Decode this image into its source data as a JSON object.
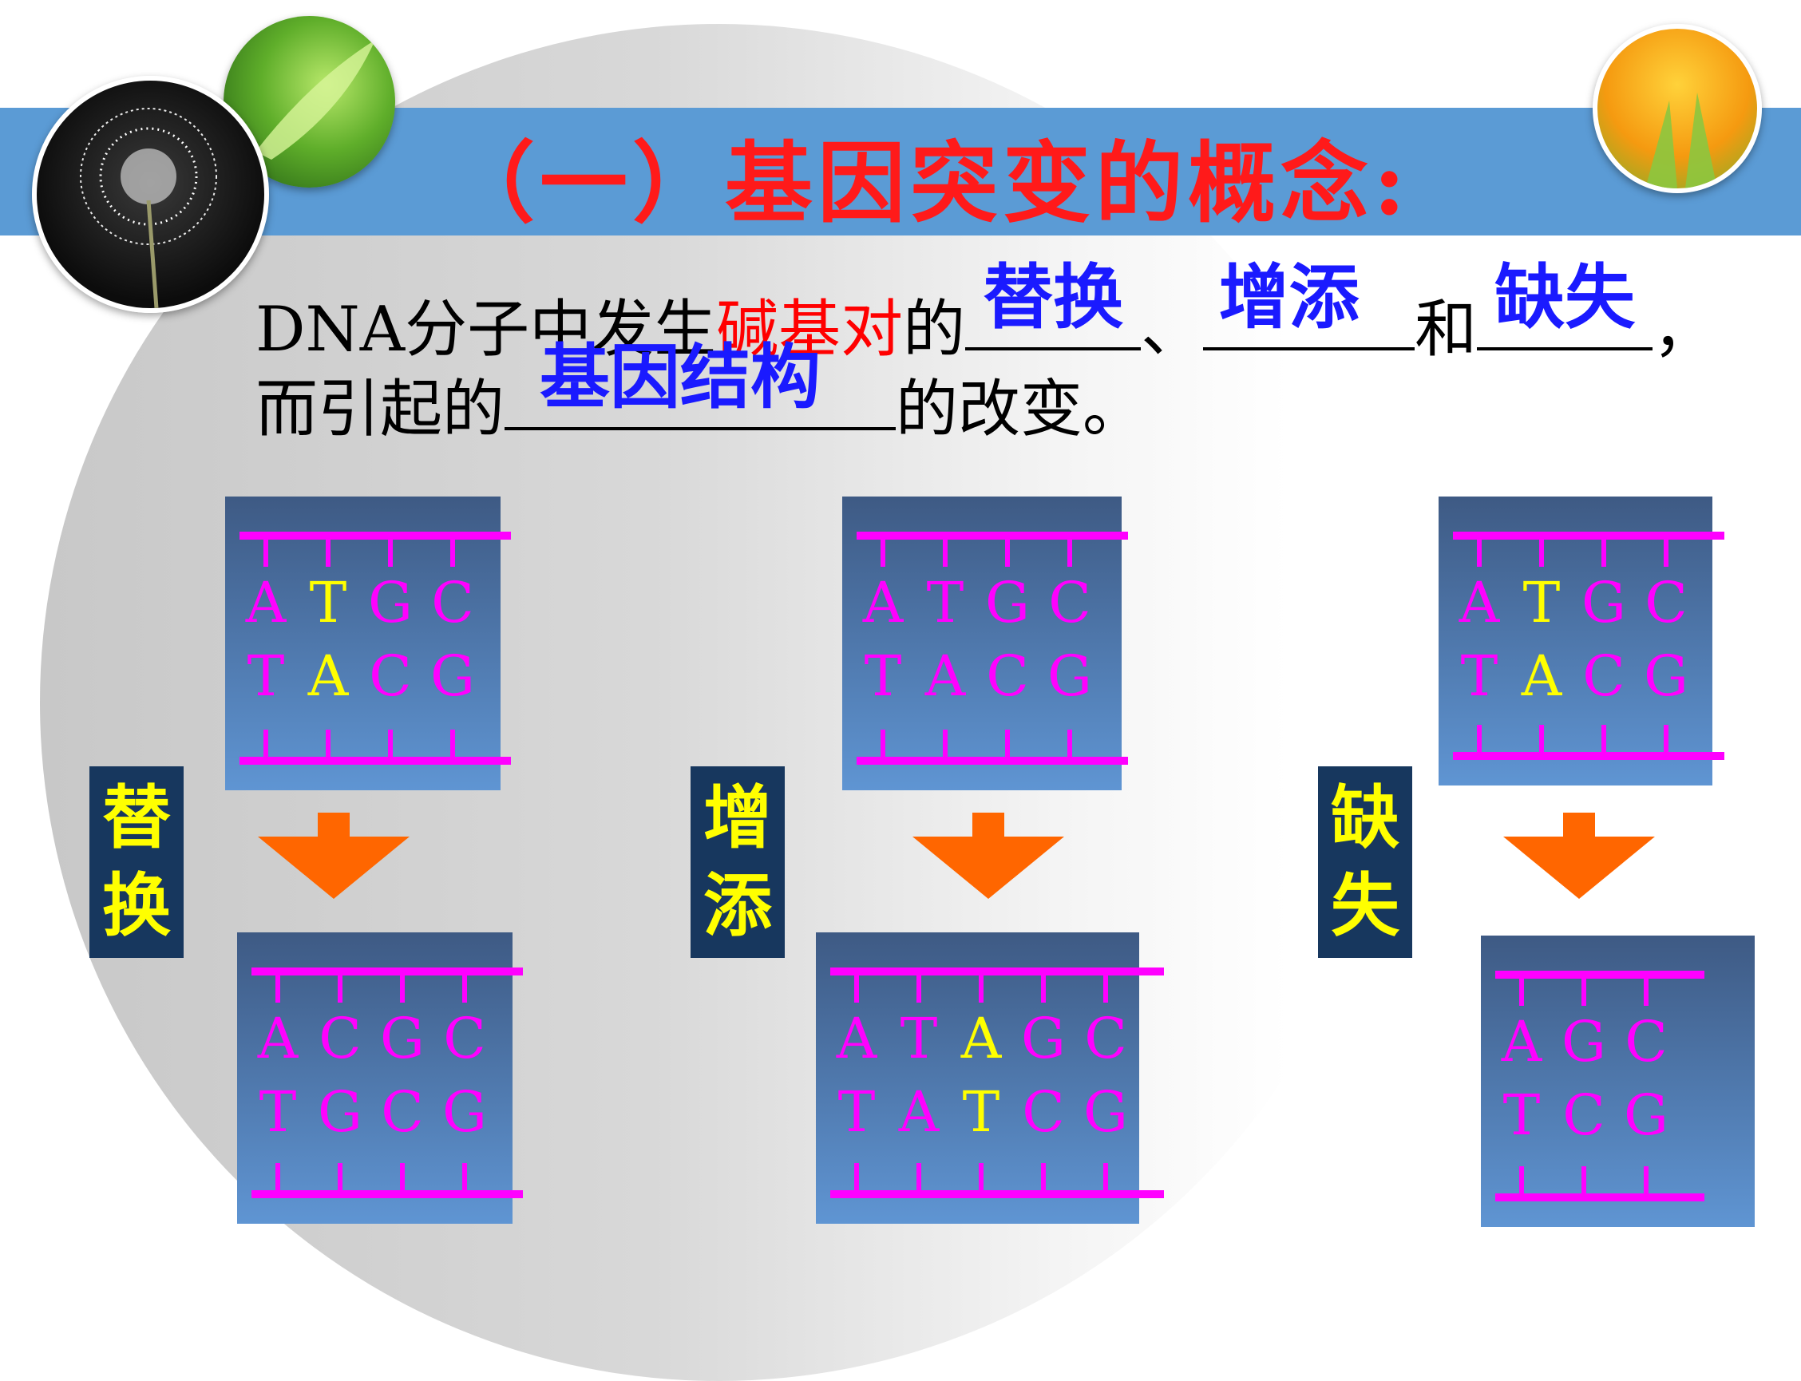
{
  "title": "（一）基因突变的概念:",
  "sentence": {
    "prefix": "DNA分子中发生",
    "highlight": "碱基对",
    "mid1": "的",
    "sep1": "、",
    "sep2": "和",
    "sep3": "，",
    "line2_prefix": "而引起的",
    "line2_suffix": "的改变。",
    "answers": [
      "替换",
      "增添",
      "缺失",
      "基因结构"
    ]
  },
  "panels": [
    {
      "label": "替换",
      "before": {
        "top": [
          "A",
          "T",
          "G",
          "C"
        ],
        "bottom": [
          "T",
          "A",
          "C",
          "G"
        ],
        "highlight": [
          1
        ]
      },
      "after": {
        "top": [
          "A",
          "C",
          "G",
          "C"
        ],
        "bottom": [
          "T",
          "G",
          "C",
          "G"
        ],
        "highlight": []
      }
    },
    {
      "label": "增添",
      "before": {
        "top": [
          "A",
          "T",
          "G",
          "C"
        ],
        "bottom": [
          "T",
          "A",
          "C",
          "G"
        ],
        "highlight": []
      },
      "after": {
        "top": [
          "A",
          "T",
          "A",
          "G",
          "C"
        ],
        "bottom": [
          "T",
          "A",
          "T",
          "C",
          "G"
        ],
        "highlight": [
          2
        ]
      }
    },
    {
      "label": "缺失",
      "before": {
        "top": [
          "A",
          "T",
          "G",
          "C"
        ],
        "bottom": [
          "T",
          "A",
          "C",
          "G"
        ],
        "highlight": [
          1
        ]
      },
      "after": {
        "top": [
          "A",
          "G",
          "C"
        ],
        "bottom": [
          "T",
          "C",
          "G"
        ],
        "highlight": []
      }
    }
  ],
  "colors": {
    "strand": "#ff00ff",
    "highlight": "#ffff00",
    "arrow": "#ff6600",
    "answer": "#1a1aff",
    "title": "#ff1a1a",
    "band": "#5b9bd5",
    "label_bg": "#17375e"
  }
}
